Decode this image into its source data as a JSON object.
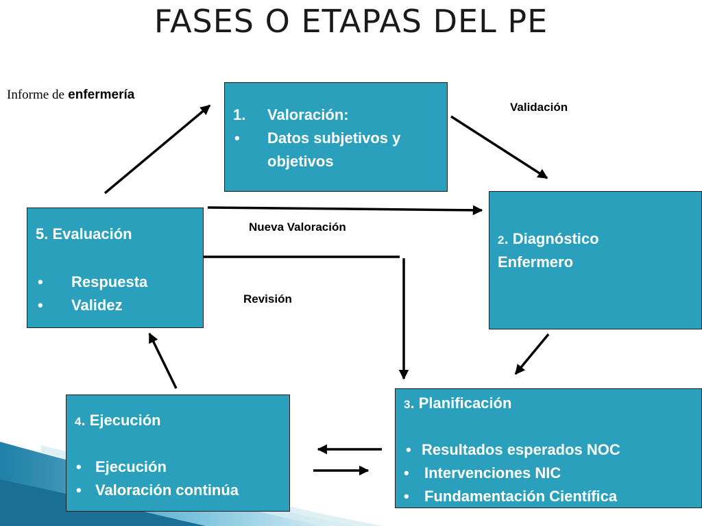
{
  "title": "FASES O ETAPAS DEL PE",
  "informe": {
    "part1": "Informe de",
    "part2": "enfermería"
  },
  "labels": {
    "validacion": "Validación",
    "nueva_valoracion": "Nueva Valoración",
    "revision": "Revisión"
  },
  "boxes": {
    "valoracion": {
      "num": "1.",
      "title": "Valoración:",
      "bullet": "•",
      "item_line1": "Datos subjetivos y",
      "item_line2": "objetivos"
    },
    "diagnostico": {
      "num": "2",
      "title_line1": ". Diagnóstico",
      "title_line2": "Enfermero"
    },
    "planificacion": {
      "num": "3",
      "title": ". Planificación",
      "bullet": "•",
      "items": [
        "Resultados esperados NOC",
        "Intervenciones NIC",
        "Fundamentación Científica"
      ]
    },
    "ejecucion": {
      "num": "4",
      "title": ". Ejecución",
      "bullet": "•",
      "items": [
        "Ejecución",
        "Valoración continúa"
      ]
    },
    "evaluacion": {
      "title": "5. Evaluación",
      "bullet": "•",
      "items": [
        "Respuesta",
        "Validez"
      ]
    }
  },
  "colors": {
    "box_fill": "#2aa0bc",
    "box_border": "#1e1e1e",
    "text_on_box": "#ffffff",
    "arrow": "#000000"
  }
}
